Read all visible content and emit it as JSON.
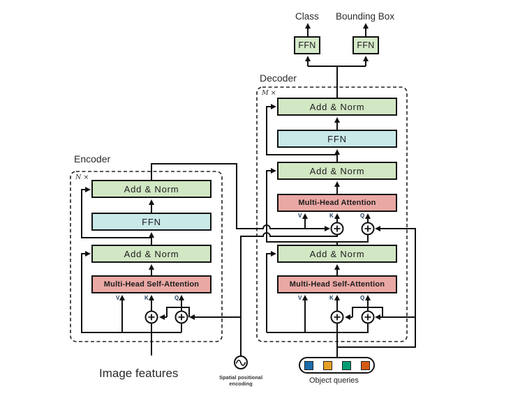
{
  "outputs": {
    "class_label": "Class",
    "bbox_label": "Bounding Box",
    "ffn_left": "FFN",
    "ffn_right": "FFN"
  },
  "decoder": {
    "title": "Decoder",
    "repeat_label": "M ×",
    "add_norm_top": "Add & Norm",
    "ffn": "FFN",
    "add_norm_mid": "Add & Norm",
    "cross_attention": "Multi-Head Attention",
    "add_norm_bottom": "Add & Norm",
    "self_attention": "Multi-Head Self-Attention",
    "qkv": {
      "v": "V",
      "k": "K",
      "q": "Q"
    }
  },
  "encoder": {
    "title": "Encoder",
    "repeat_label": "N ×",
    "add_norm_top": "Add & Norm",
    "ffn": "FFN",
    "add_norm_bottom": "Add & Norm",
    "self_attention": "Multi-Head Self-Attention",
    "qkv": {
      "v": "V",
      "k": "K",
      "q": "Q"
    }
  },
  "inputs": {
    "image_features": "Image features",
    "spatial_encoding_line1": "Spatial  positional",
    "spatial_encoding_line2": "encoding",
    "object_queries": "Object queries",
    "query_colors": [
      "#1b6cab",
      "#e6a024",
      "#009d74",
      "#d55a11"
    ]
  },
  "colors": {
    "add_norm_fill": "#d2e7c4",
    "ffn_fill": "#c9e8e8",
    "attention_fill": "#eaa8a4",
    "output_ffn_fill": "#d5eac9",
    "line": "#111111",
    "qkv_label": "#1d3a5f"
  }
}
